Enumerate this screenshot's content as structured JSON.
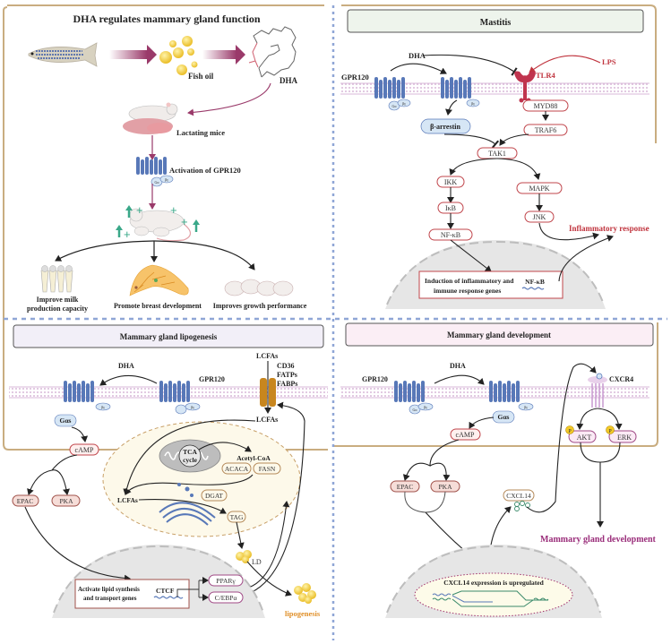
{
  "colors": {
    "outer_border": "#c9ad80",
    "divider": "#8fa6d6",
    "membrane": "#e6cfe6",
    "receptor": "#5878b8",
    "gprotein_fill": "#d6e6f5",
    "red_node": "#c0454b",
    "red_text": "#c0343e",
    "purple_node": "#a04a86",
    "purple_text": "#9a2d7a",
    "brown_node": "#b58a5a",
    "orange_text": "#e0902a",
    "nucleus": "#e6e6e6",
    "arrow_dark": "#222222",
    "arrow_magenta": "#9a3a6a",
    "green_plus": "#3aa889",
    "fat_yellow": "#f2c928"
  },
  "panel1": {
    "title": "DHA regulates mammary gland function",
    "fish_oil": "Fish oil",
    "dha": "DHA",
    "lactating_mice": "Lactating mice",
    "activation": "Activation of GPR120",
    "galpha": "Gα",
    "bg": "βγ",
    "plus": "+",
    "outcomes": [
      {
        "line1": "Improve milk",
        "line2": "production capacity"
      },
      {
        "line1": "Promote breast development",
        "line2": ""
      },
      {
        "line1": "Improves growth performance",
        "line2": ""
      }
    ]
  },
  "panel2": {
    "title": "Mastitis",
    "gpr120": "GPR120",
    "dha": "DHA",
    "lps": "LPS",
    "tlr4": "TLR4",
    "galpha": "Gα",
    "bg": "βγ",
    "barrestin": "β-arrestin",
    "nodes": {
      "myd88": "MYD88",
      "traf6": "TRAF6",
      "tak1": "TAK1",
      "ikk": "IKK",
      "ikb": "IκB",
      "nfkb": "NF-κB",
      "mapk": "MAPK",
      "jnk": "JNK"
    },
    "inflammatory": "Inflammatory response",
    "nucleus_line1": "Induction of inflammatory and",
    "nucleus_line2": "immune response genes",
    "nucleus_nfkb": "NF-κB"
  },
  "panel3": {
    "title": "Mammary gland lipogenesis",
    "dha": "DHA",
    "gpr120": "GPR120",
    "lcfas_top": "LCFAs",
    "transporters": [
      "CD36",
      "FATPs",
      "FABPs"
    ],
    "lcfas_mid": "LCFAs",
    "galpha": "Gαs",
    "galpha_sub": "s",
    "bg": "βγ",
    "camp": "cAMP",
    "epac": "EPAC",
    "pka": "PKA",
    "tca_line1": "TCA",
    "tca_line2": "cycle",
    "acetyl": "Acetyl-CoA",
    "acaca": "ACACA",
    "fasn": "FASN",
    "lcfas_inner": "LCFAs",
    "dgat": "DGAT",
    "tag": "TAG",
    "ld": "LD",
    "nucleus_line1": "Activate lipid synthesis",
    "nucleus_line2": "and transport genes",
    "ctcf": "CTCF",
    "pparg": "PPARγ",
    "cebpa": "C/EBPα",
    "lipogenesis": "lipogenesis"
  },
  "panel4": {
    "title": "Mammary gland development",
    "gpr120": "GPR120",
    "dha": "DHA",
    "galpha": "Gα",
    "galpha_s": "Gαs",
    "bg": "βγ",
    "camp": "cAMP",
    "epac": "EPAC",
    "pka": "PKA",
    "cxcr4": "CXCR4",
    "akt": "AKT",
    "erk": "ERK",
    "p": "P",
    "cxcl14": "CXCL14",
    "development": "Mammary gland development",
    "nucleus_text": "CXCL14 expression is upregulated"
  }
}
